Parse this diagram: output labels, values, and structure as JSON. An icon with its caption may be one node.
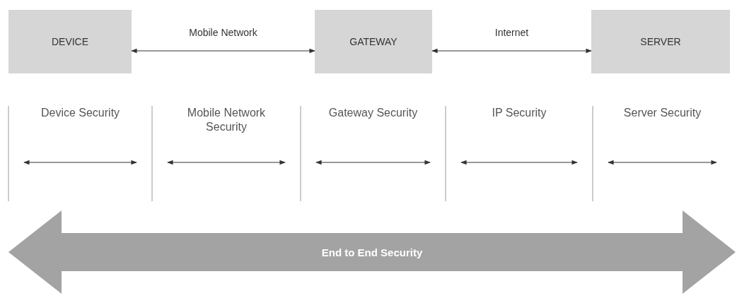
{
  "diagram": {
    "nodes": [
      {
        "text": [
          "DEVICE"
        ]
      },
      {
        "text": [
          "GATEWAY"
        ]
      },
      {
        "text": [
          "SERVER"
        ]
      },
      {
        "text": [
          "End to End Security"
        ]
      }
    ],
    "edges": [
      {
        "from": 0,
        "to": 1,
        "arrow": "both",
        "label": "Mobile Network"
      },
      {
        "from": 1,
        "to": 2,
        "arrow": "both",
        "label": "Internet"
      }
    ],
    "labels": [
      "Device Security",
      "Mobile Network Security",
      "Gateway Security",
      "IP Security",
      "Server Security"
    ]
  }
}
